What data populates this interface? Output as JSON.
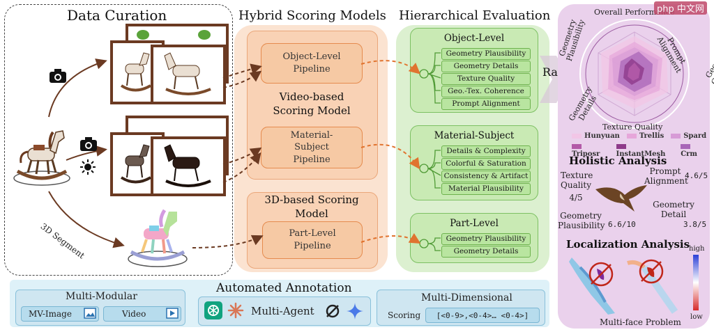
{
  "data_curation": {
    "title": "Data Curation",
    "segment_label": "3D Segment"
  },
  "hybrid": {
    "title": "Hybrid Scoring Models",
    "object_pipeline": "Object-Level Pipeline",
    "video_model": "Video-based Scoring Model",
    "material_pipeline": "Material-Subject Pipeline",
    "three_d_model": "3D-based Scoring Model",
    "part_pipeline": "Part-Level Pipeline"
  },
  "hierarchical": {
    "title": "Hierarchical Evaluation",
    "levels": [
      {
        "title": "Object-Level",
        "metrics": [
          "Geometry Plausibility",
          "Geometry Details",
          "Texture Quality",
          "Geo.-Tex. Coherence",
          "Prompt Alignment"
        ]
      },
      {
        "title": "Material-Subject",
        "metrics": [
          "Details & Complexity",
          "Colorful & Saturation",
          "Consistency & Artifact",
          "Material Plausibility"
        ]
      },
      {
        "title": "Part-Level",
        "metrics": [
          "Geometry Plausibility",
          "Geometry Details"
        ]
      }
    ]
  },
  "rank_label": "Rank",
  "radar": {
    "axes": [
      "Overall Performance",
      "Prompt Alignment",
      "Geo.-Tex. Coherence",
      "Texture Quality",
      "Geometry Details",
      "Geometry Plausibility"
    ],
    "legend": [
      {
        "name": "Hunyuan",
        "color": "#f2c6e6"
      },
      {
        "name": "Trellis",
        "color": "#e6a6da"
      },
      {
        "name": "Spard",
        "color": "#d79bd6"
      },
      {
        "name": "Triposr",
        "color": "#b35aa8"
      },
      {
        "name": "InstantMesh",
        "color": "#8e3a8a"
      },
      {
        "name": "Crm",
        "color": "#a865b8"
      }
    ]
  },
  "holistic": {
    "title": "Holistic Analysis",
    "texture_label": "Texture Quality",
    "texture_score": "4/5",
    "prompt_label": "Prompt Alignment",
    "prompt_score": "4.6/5",
    "geo_plaus_label": "Geometry Plausibility",
    "geo_plaus_score": "6.6/10",
    "geo_detail_label": "Geometry Detail",
    "geo_detail_score": "3.8/5"
  },
  "localization": {
    "title": "Localization Analysis",
    "high": "high",
    "low": "low",
    "caption": "Multi-face Problem"
  },
  "annotation": {
    "title": "Automated Annotation",
    "multi_modular": "Multi-Modular",
    "mv_image": "MV-Image",
    "video": "Video",
    "multi_agent": "Multi-Agent",
    "multi_dimensional": "Multi-Dimensional",
    "scoring": "Scoring",
    "scoring_range": "[<0-9>,<0-4>… <0-4>]"
  },
  "watermark": "php 中文网"
}
